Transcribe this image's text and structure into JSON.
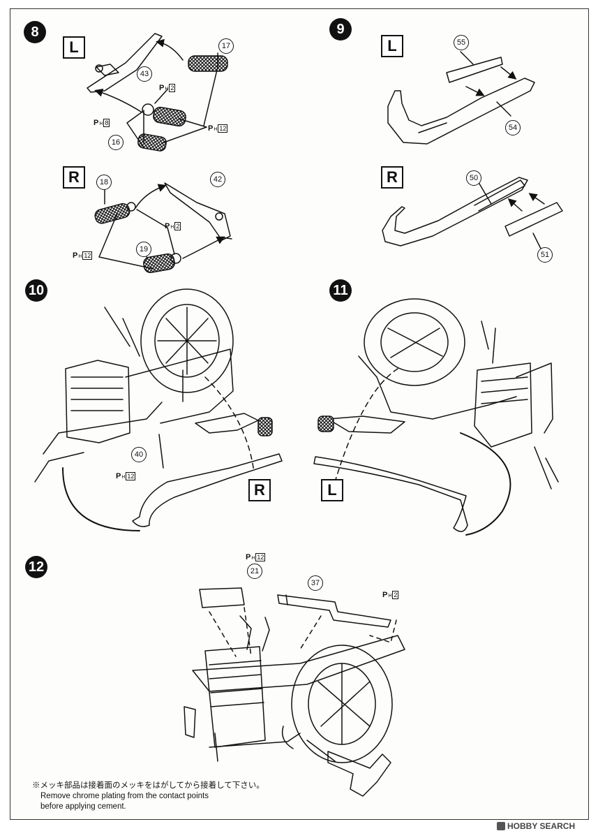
{
  "steps": {
    "s8": "8",
    "s9": "9",
    "s10": "10",
    "s11": "11",
    "s12": "12"
  },
  "sides": {
    "s8": "L",
    "s8r": "R",
    "s9": "L",
    "s9r": "R",
    "s10": "R",
    "s11": "L"
  },
  "parts": {
    "p43": "43",
    "p17": "17",
    "p16": "16",
    "p18": "18",
    "p42": "42",
    "p19": "19",
    "p55": "55",
    "p54": "54",
    "p50": "50",
    "p51": "51",
    "p40": "40",
    "p21": "21",
    "p37": "37"
  },
  "paint": {
    "letter": "P",
    "sub": "H",
    "c2": "2",
    "c8": "8",
    "c12": "12"
  },
  "note": {
    "jp": "※メッキ部品は接着面のメッキをはがしてから接着して下さい。",
    "en1": "Remove chrome plating from the contact points",
    "en2": "before applying cement."
  },
  "watermark": "HOBBY SEARCH"
}
